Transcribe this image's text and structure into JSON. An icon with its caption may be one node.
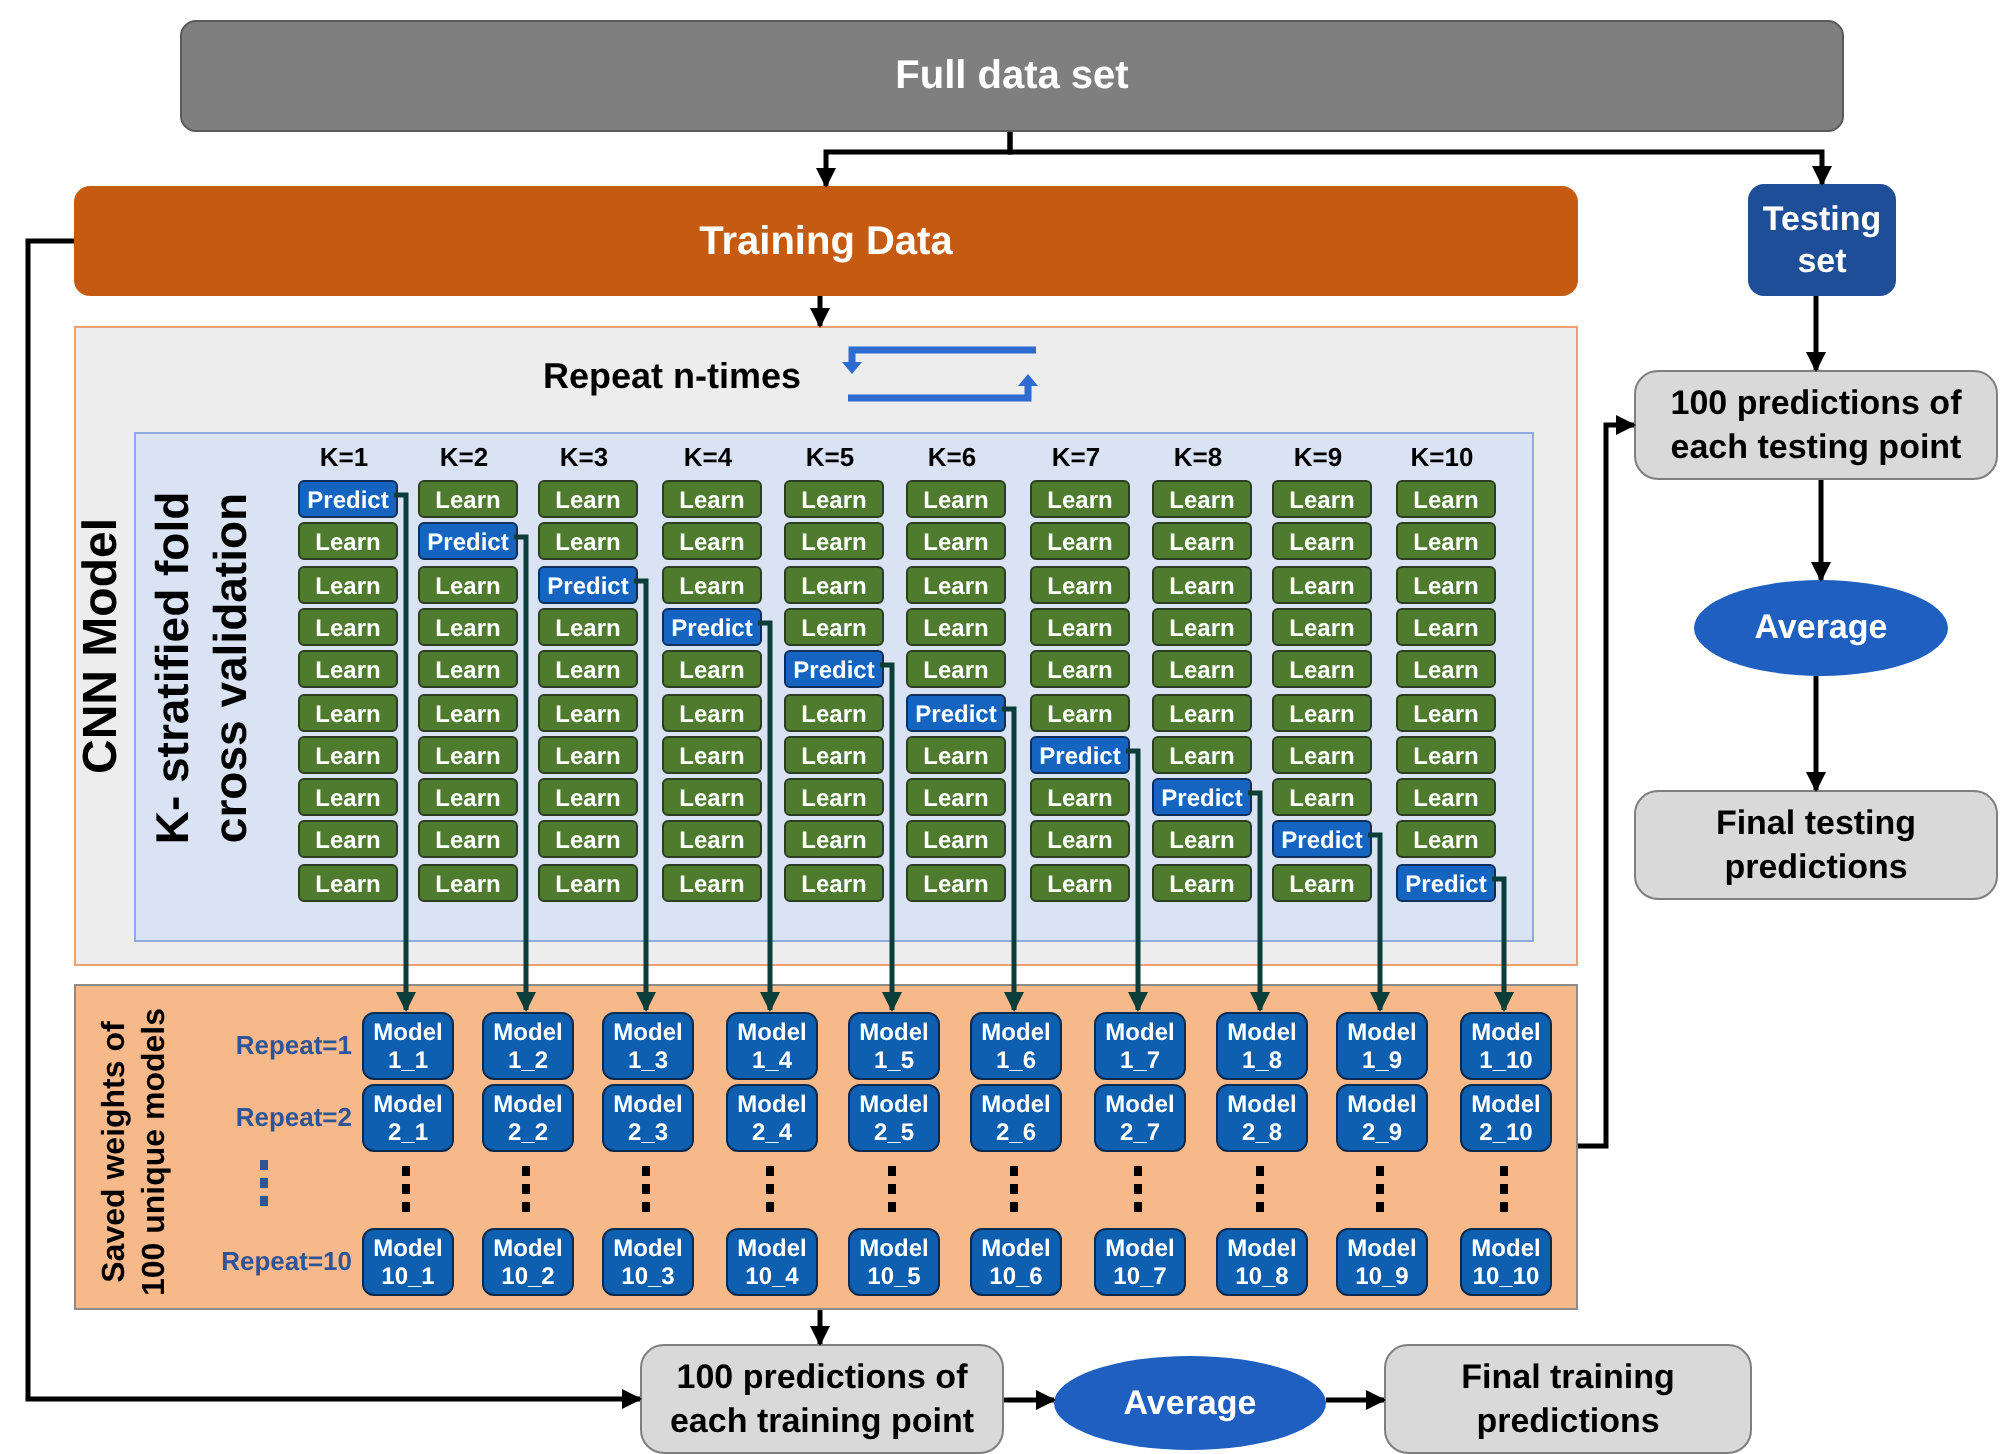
{
  "diagram": {
    "nodes": [
      {
        "text": [
          "Full data set"
        ]
      },
      {
        "text": [
          "Training Data"
        ]
      },
      {
        "text": [
          "Testing set"
        ]
      },
      {
        "text": [
          "CNN Model",
          "Repeat n-times"
        ]
      },
      {
        "text": [
          "K- stratified fold cross validation"
        ],
        "in": 3
      },
      {
        "text": [
          "Predict"
        ],
        "in": 4
      },
      {
        "text": [
          "Learn"
        ],
        "in": 4
      },
      {
        "text": [
          "Learn"
        ],
        "in": 4
      },
      {
        "text": [
          "Learn"
        ],
        "in": 4
      },
      {
        "text": [
          "Learn"
        ],
        "in": 4
      },
      {
        "text": [
          "Learn"
        ],
        "in": 4
      },
      {
        "text": [
          "Learn"
        ],
        "in": 4
      },
      {
        "text": [
          "Learn"
        ],
        "in": 4
      },
      {
        "text": [
          "Learn"
        ],
        "in": 4
      },
      {
        "text": [
          "Learn"
        ],
        "in": 4
      },
      {
        "text": [
          "Learn"
        ],
        "in": 4
      },
      {
        "text": [
          "Predict"
        ],
        "in": 4
      },
      {
        "text": [
          "Learn"
        ],
        "in": 4
      },
      {
        "text": [
          "Learn"
        ],
        "in": 4
      },
      {
        "text": [
          "Learn"
        ],
        "in": 4
      },
      {
        "text": [
          "Learn"
        ],
        "in": 4
      },
      {
        "text": [
          "Learn"
        ],
        "in": 4
      },
      {
        "text": [
          "Learn"
        ],
        "in": 4
      },
      {
        "text": [
          "Learn"
        ],
        "in": 4
      },
      {
        "text": [
          "Learn"
        ],
        "in": 4
      },
      {
        "text": [
          "Learn"
        ],
        "in": 4
      },
      {
        "text": [
          "Learn"
        ],
        "in": 4
      },
      {
        "text": [
          "Predict"
        ],
        "in": 4
      },
      {
        "text": [
          "Learn"
        ],
        "in": 4
      },
      {
        "text": [
          "Learn"
        ],
        "in": 4
      },
      {
        "text": [
          "Learn"
        ],
        "in": 4
      },
      {
        "text": [
          "Learn"
        ],
        "in": 4
      },
      {
        "text": [
          "Learn"
        ],
        "in": 4
      },
      {
        "text": [
          "Learn"
        ],
        "in": 4
      },
      {
        "text": [
          "Learn"
        ],
        "in": 4
      },
      {
        "text": [
          "Learn"
        ],
        "in": 4
      },
      {
        "text": [
          "Learn"
        ],
        "in": 4
      },
      {
        "text": [
          "Learn"
        ],
        "in": 4
      },
      {
        "text": [
          "Predict"
        ],
        "in": 4
      },
      {
        "text": [
          "Learn"
        ],
        "in": 4
      },
      {
        "text": [
          "Learn"
        ],
        "in": 4
      },
      {
        "text": [
          "Learn"
        ],
        "in": 4
      },
      {
        "text": [
          "Learn"
        ],
        "in": 4
      },
      {
        "text": [
          "Learn"
        ],
        "in": 4
      },
      {
        "text": [
          "Learn"
        ],
        "in": 4
      },
      {
        "text": [
          "Learn"
        ],
        "in": 4
      },
      {
        "text": [
          "Learn"
        ],
        "in": 4
      },
      {
        "text": [
          "Learn"
        ],
        "in": 4
      },
      {
        "text": [
          "Learn"
        ],
        "in": 4
      },
      {
        "text": [
          "Predict"
        ],
        "in": 4
      },
      {
        "text": [
          "Learn"
        ],
        "in": 4
      },
      {
        "text": [
          "Learn"
        ],
        "in": 4
      },
      {
        "text": [
          "Learn"
        ],
        "in": 4
      },
      {
        "text": [
          "Learn"
        ],
        "in": 4
      },
      {
        "text": [
          "Learn"
        ],
        "in": 4
      },
      {
        "text": [
          "Learn"
        ],
        "in": 4
      },
      {
        "text": [
          "Learn"
        ],
        "in": 4
      },
      {
        "text": [
          "Learn"
        ],
        "in": 4
      },
      {
        "text": [
          "Learn"
        ],
        "in": 4
      },
      {
        "text": [
          "Learn"
        ],
        "in": 4
      },
      {
        "text": [
          "Predict"
        ],
        "in": 4
      },
      {
        "text": [
          "Learn"
        ],
        "in": 4
      },
      {
        "text": [
          "Learn"
        ],
        "in": 4
      },
      {
        "text": [
          "Learn"
        ],
        "in": 4
      },
      {
        "text": [
          "Learn"
        ],
        "in": 4
      },
      {
        "text": [
          "Learn"
        ],
        "in": 4
      },
      {
        "text": [
          "Learn"
        ],
        "in": 4
      },
      {
        "text": [
          "Learn"
        ],
        "in": 4
      },
      {
        "text": [
          "Learn"
        ],
        "in": 4
      },
      {
        "text": [
          "Learn"
        ],
        "in": 4
      },
      {
        "text": [
          "Learn"
        ],
        "in": 4
      },
      {
        "text": [
          "Predict"
        ],
        "in": 4
      },
      {
        "text": [
          "Learn"
        ],
        "in": 4
      },
      {
        "text": [
          "Learn"
        ],
        "in": 4
      },
      {
        "text": [
          "Learn"
        ],
        "in": 4
      },
      {
        "text": [
          "Learn"
        ],
        "in": 4
      },
      {
        "text": [
          "Learn"
        ],
        "in": 4
      },
      {
        "text": [
          "Learn"
        ],
        "in": 4
      },
      {
        "text": [
          "Learn"
        ],
        "in": 4
      },
      {
        "text": [
          "Learn"
        ],
        "in": 4
      },
      {
        "text": [
          "Learn"
        ],
        "in": 4
      },
      {
        "text": [
          "Learn"
        ],
        "in": 4
      },
      {
        "text": [
          "Predict"
        ],
        "in": 4
      },
      {
        "text": [
          "Learn"
        ],
        "in": 4
      },
      {
        "text": [
          "Learn"
        ],
        "in": 4
      },
      {
        "text": [
          "Learn"
        ],
        "in": 4
      },
      {
        "text": [
          "Learn"
        ],
        "in": 4
      },
      {
        "text": [
          "Learn"
        ],
        "in": 4
      },
      {
        "text": [
          "Learn"
        ],
        "in": 4
      },
      {
        "text": [
          "Learn"
        ],
        "in": 4
      },
      {
        "text": [
          "Learn"
        ],
        "in": 4
      },
      {
        "text": [
          "Learn"
        ],
        "in": 4
      },
      {
        "text": [
          "Learn"
        ],
        "in": 4
      },
      {
        "text": [
          "Predict"
        ],
        "in": 4
      },
      {
        "text": [
          "Learn"
        ],
        "in": 4
      },
      {
        "text": [
          "Learn"
        ],
        "in": 4
      },
      {
        "text": [
          "Learn"
        ],
        "in": 4
      },
      {
        "text": [
          "Learn"
        ],
        "in": 4
      },
      {
        "text": [
          "Learn"
        ],
        "in": 4
      },
      {
        "text": [
          "Learn"
        ],
        "in": 4
      },
      {
        "text": [
          "Learn"
        ],
        "in": 4
      },
      {
        "text": [
          "Learn"
        ],
        "in": 4
      },
      {
        "text": [
          "Learn"
        ],
        "in": 4
      },
      {
        "text": [
          "Learn"
        ],
        "in": 4
      },
      {
        "text": [
          "Predict"
        ],
        "in": 4
      },
      {
        "text": [
          "Saved weights of 100 unique models"
        ]
      },
      {
        "text": [
          "Model 1_1"
        ],
        "in": 105
      },
      {
        "text": [
          "Model 1_2"
        ],
        "in": 105
      },
      {
        "text": [
          "Model 1_3"
        ],
        "in": 105
      },
      {
        "text": [
          "Model 1_4"
        ],
        "in": 105
      },
      {
        "text": [
          "Model 1_5"
        ],
        "in": 105
      },
      {
        "text": [
          "Model 1_6"
        ],
        "in": 105
      },
      {
        "text": [
          "Model 1_7"
        ],
        "in": 105
      },
      {
        "text": [
          "Model 1_8"
        ],
        "in": 105
      },
      {
        "text": [
          "Model 1_9"
        ],
        "in": 105
      },
      {
        "text": [
          "Model 1_10"
        ],
        "in": 105
      },
      {
        "text": [
          "Model 2_1"
        ],
        "in": 105
      },
      {
        "text": [
          "Model 2_2"
        ],
        "in": 105
      },
      {
        "text": [
          "Model 2_3"
        ],
        "in": 105
      },
      {
        "text": [
          "Model 2_4"
        ],
        "in": 105
      },
      {
        "text": [
          "Model 2_5"
        ],
        "in": 105
      },
      {
        "text": [
          "Model 2_6"
        ],
        "in": 105
      },
      {
        "text": [
          "Model 2_7"
        ],
        "in": 105
      },
      {
        "text": [
          "Model 2_8"
        ],
        "in": 105
      },
      {
        "text": [
          "Model 2_9"
        ],
        "in": 105
      },
      {
        "text": [
          "Model 2_10"
        ],
        "in": 105
      },
      {
        "text": [
          "Model 10_1"
        ],
        "in": 105
      },
      {
        "text": [
          "Model 10_2"
        ],
        "in": 105
      },
      {
        "text": [
          "Model 10_3"
        ],
        "in": 105
      },
      {
        "text": [
          "Model 10_4"
        ],
        "in": 105
      },
      {
        "text": [
          "Model 10_5"
        ],
        "in": 105
      },
      {
        "text": [
          "Model 10_6"
        ],
        "in": 105
      },
      {
        "text": [
          "Model 10_7"
        ],
        "in": 105
      },
      {
        "text": [
          "Model 10_8"
        ],
        "in": 105
      },
      {
        "text": [
          "Model 10_9"
        ],
        "in": 105
      },
      {
        "text": [
          "Model 10_10"
        ],
        "in": 105
      },
      {
        "text": [
          "100 predictions of each testing point"
        ]
      },
      {
        "text": [
          "Average"
        ]
      },
      {
        "text": [
          "Final testing predictions"
        ]
      },
      {
        "text": [
          "100 predictions of each training point"
        ]
      },
      {
        "text": [
          "Average"
        ]
      },
      {
        "text": [
          "Final training predictions"
        ]
      }
    ],
    "edges": [
      {
        "from": 0,
        "to": 1,
        "arrow": "to"
      },
      {
        "from": 0,
        "to": 2,
        "arrow": "to"
      },
      {
        "from": 1,
        "to": 3,
        "arrow": "to"
      },
      {
        "from": 5,
        "to": 106,
        "arrow": "to",
        "color": "#0b3d3a"
      },
      {
        "from": 16,
        "to": 107,
        "arrow": "to",
        "color": "#0b3d3a"
      },
      {
        "from": 27,
        "to": 108,
        "arrow": "to",
        "color": "#0b3d3a"
      },
      {
        "from": 38,
        "to": 109,
        "arrow": "to",
        "color": "#0b3d3a"
      },
      {
        "from": 49,
        "to": 110,
        "arrow": "to",
        "color": "#0b3d3a"
      },
      {
        "from": 60,
        "to": 111,
        "arrow": "to",
        "color": "#0b3d3a"
      },
      {
        "from": 71,
        "to": 112,
        "arrow": "to",
        "color": "#0b3d3a"
      },
      {
        "from": 82,
        "to": 113,
        "arrow": "to",
        "color": "#0b3d3a"
      },
      {
        "from": 93,
        "to": 114,
        "arrow": "to",
        "color": "#0b3d3a"
      },
      {
        "from": 104,
        "to": 115,
        "arrow": "to",
        "color": "#0b3d3a"
      },
      {
        "from": 1,
        "to": 139,
        "arrow": "to"
      },
      {
        "from": 105,
        "to": 139,
        "arrow": "to"
      },
      {
        "from": 105,
        "to": 136,
        "arrow": "to"
      },
      {
        "from": 2,
        "to": 136,
        "arrow": "to"
      },
      {
        "from": 136,
        "to": 137,
        "arrow": "to"
      },
      {
        "from": 137,
        "to": 138,
        "arrow": "to"
      },
      {
        "from": 139,
        "to": 140,
        "arrow": "to"
      },
      {
        "from": 140,
        "to": 141,
        "arrow": "to"
      }
    ],
    "labels": [
      "K=1",
      "K=2",
      "K=3",
      "K=4",
      "K=5",
      "K=6",
      "K=7",
      "K=8",
      "K=9",
      "K=10",
      "Repeat=1",
      "Repeat=2",
      "Repeat=10"
    ]
  }
}
